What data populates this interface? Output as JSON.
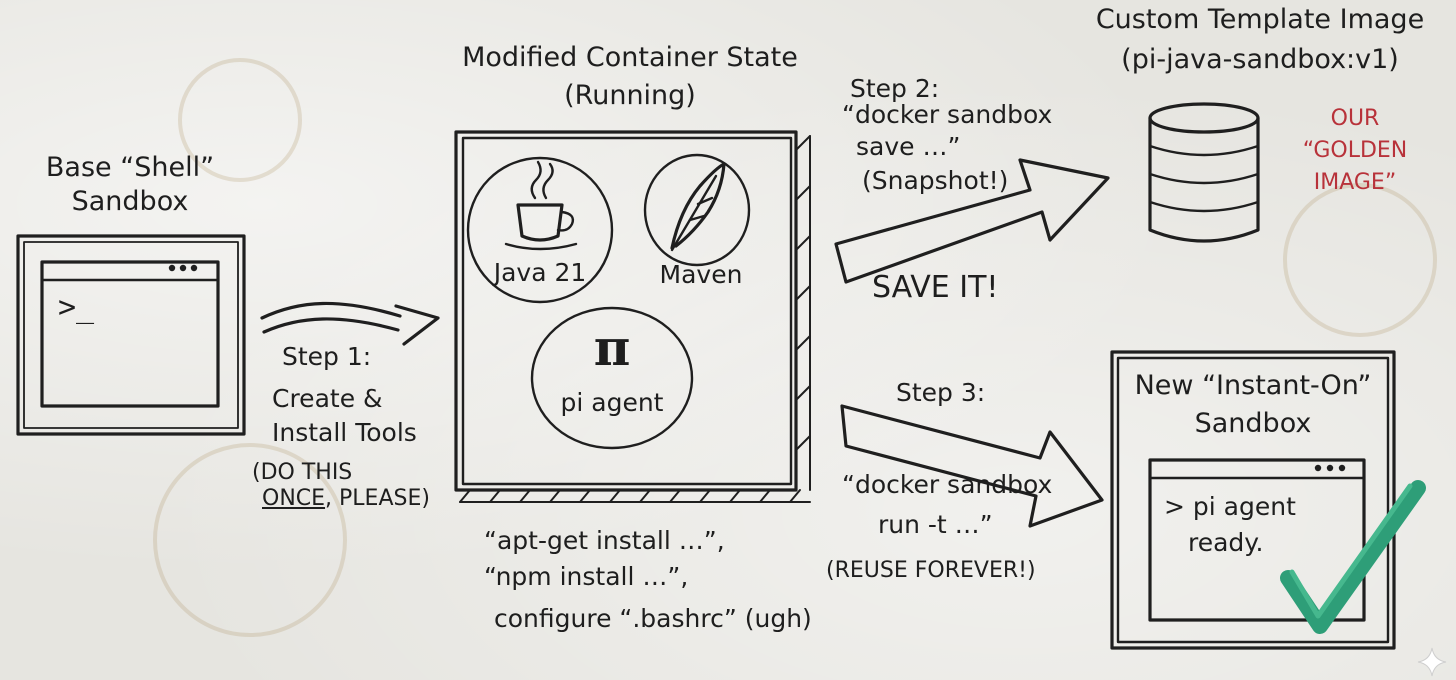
{
  "base": {
    "title_line1": "Base “Shell”",
    "title_line2": "Sandbox",
    "prompt": ">_"
  },
  "step1": {
    "line1": "Step 1:",
    "line2": "Create &",
    "line3": "Install Tools",
    "note_line1": "(DO THIS",
    "note_once": "ONCE",
    "note_rest": ", PLEASE)"
  },
  "modified": {
    "title_line1": "Modified Container State",
    "title_line2": "(Running)",
    "java_label": "Java 21",
    "maven_label": "Maven",
    "pi_symbol": "π",
    "pi_label": "pi agent",
    "cmd_line1": "“apt-get install …”,",
    "cmd_line2": "“npm install …”,",
    "cmd_line3": "configure “.bashrc” (ugh)"
  },
  "step2": {
    "line1": "Step 2:",
    "line2": "“docker sandbox",
    "line3": "save …”",
    "line4": "(Snapshot!)",
    "arrow_label": "SAVE IT!"
  },
  "template": {
    "title_line1": "Custom Template Image",
    "title_line2": "(pi-java-sandbox:v1)",
    "golden_line1": "OUR",
    "golden_line2": "“GOLDEN",
    "golden_line3": "IMAGE”"
  },
  "step3": {
    "line1": "Step 3:",
    "cmd_line1": "“docker sandbox",
    "cmd_line2": "run -t …”",
    "note": "(REUSE FOREVER!)"
  },
  "instant": {
    "title_line1": "New “Instant-On”",
    "title_line2": "Sandbox",
    "terminal_line1": "> pi agent",
    "terminal_line2": "ready."
  },
  "colors": {
    "ink": "#1f1f1f",
    "red_marker": "#b8323a",
    "green_check": "#2e9e78",
    "board": "#e6e5e0"
  }
}
